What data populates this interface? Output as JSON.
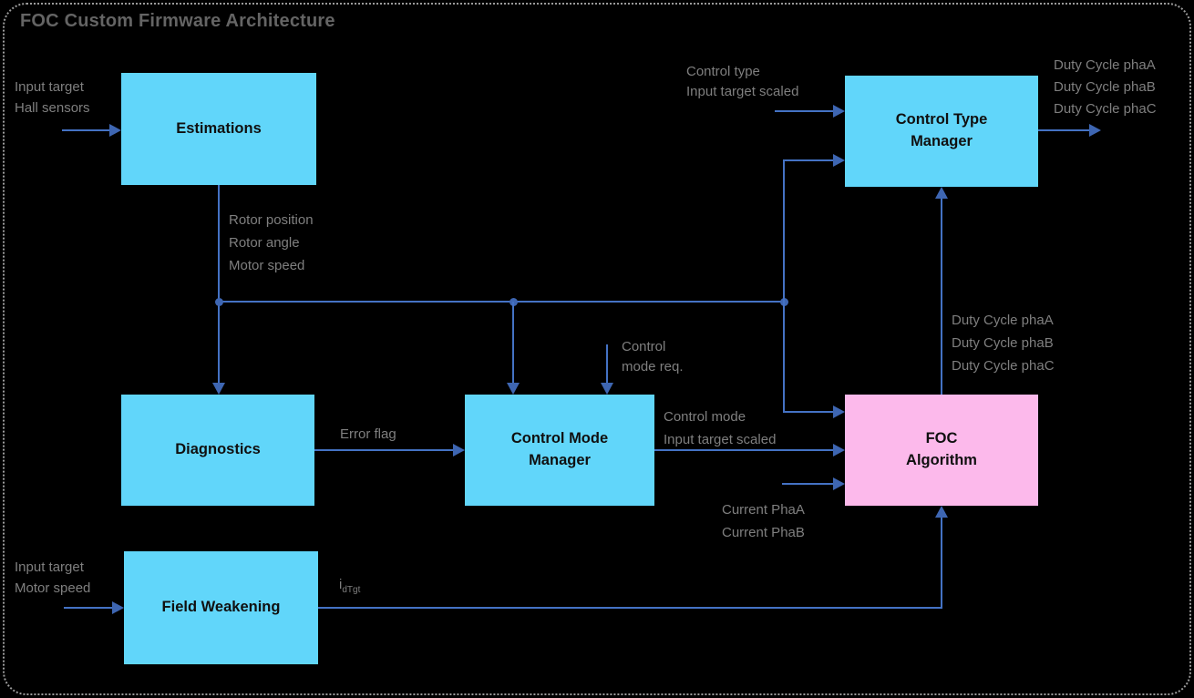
{
  "title": "FOC Custom Firmware Architecture",
  "blocks": {
    "estimations": {
      "label": "Estimations"
    },
    "control_type_manager": {
      "label": "Control Type\nManager"
    },
    "diagnostics": {
      "label": "Diagnostics"
    },
    "control_mode_manager": {
      "label": "Control Mode\nManager"
    },
    "foc_algorithm": {
      "label": "FOC\nAlgorithm"
    },
    "field_weakening": {
      "label": "Field Weakening"
    }
  },
  "signals": {
    "estimations_inputs": "Input target\nHall sensors",
    "estimations_outputs": "Rotor position\nRotor angle\nMotor speed",
    "control_type_inputs": "Control type\nInput target scaled",
    "control_type_outputs": "Duty Cycle phaA\nDuty Cycle phaB\nDuty Cycle phaC",
    "foc_to_control_type": "Duty Cycle phaA\nDuty Cycle phaB\nDuty Cycle phaC",
    "control_mode_request": "Control\nmode req.",
    "error_flag": "Error flag",
    "control_mode_to_foc": "Control mode\nInput target scaled",
    "current_inputs": "Current PhaA\nCurrent PhaB",
    "field_weakening_inputs": "Input target\nMotor speed",
    "idtgt_base": "i",
    "idtgt_sub": "dTgt"
  },
  "colors": {
    "block_cyan": "#61D6FA",
    "block_pink": "#FCB9EB",
    "connector_blue": "#4472C4",
    "arrow_blue": "#3E66B2",
    "label_gray": "#7F7F7F",
    "title_gray": "#646464"
  }
}
